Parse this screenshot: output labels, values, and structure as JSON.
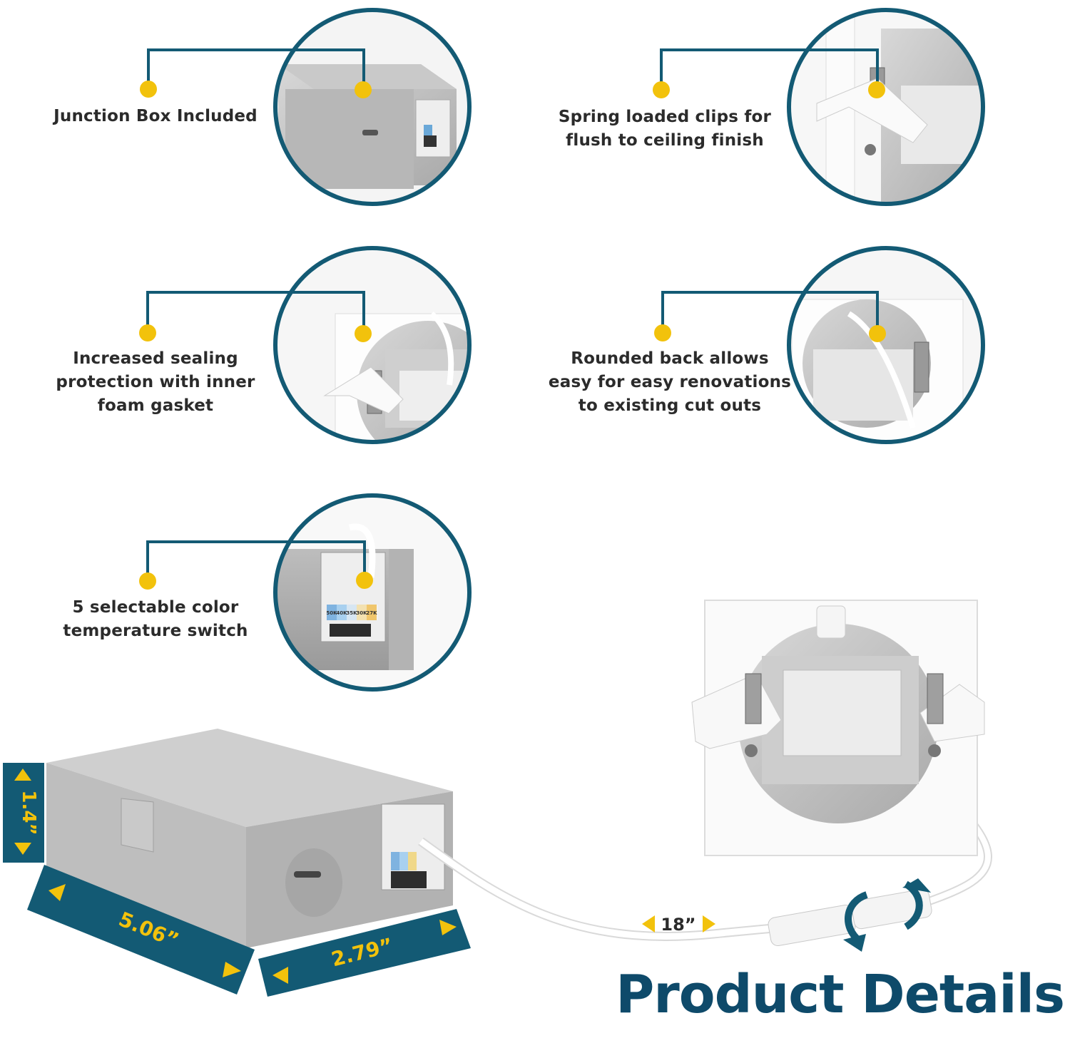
{
  "title": "Product Details",
  "colors": {
    "accent_teal": "#135a74",
    "accent_yellow": "#f2c20c",
    "title_blue": "#0e4a6a",
    "text_dark": "#2b2b2b"
  },
  "callouts": [
    {
      "lines": [
        "Junction Box Included"
      ],
      "image": "junction-box-closeup"
    },
    {
      "lines": [
        "Spring loaded clips for",
        "flush to ceiling finish"
      ],
      "image": "spring-clip-closeup"
    },
    {
      "lines": [
        "Increased sealing",
        "protection with inner",
        "foam gasket"
      ],
      "image": "gasket-closeup"
    },
    {
      "lines": [
        "Rounded back allows",
        "easy for easy renovations",
        "to existing cut outs"
      ],
      "image": "rounded-back-closeup"
    },
    {
      "lines": [
        "5 selectable color",
        "temperature switch"
      ],
      "image": "color-switch-closeup"
    }
  ],
  "switch_labels": [
    "50K",
    "40K",
    "35K",
    "30K",
    "27K"
  ],
  "dimensions": {
    "height": "1.4”",
    "length": "5.06”",
    "width": "2.79”",
    "cable": "18”"
  }
}
